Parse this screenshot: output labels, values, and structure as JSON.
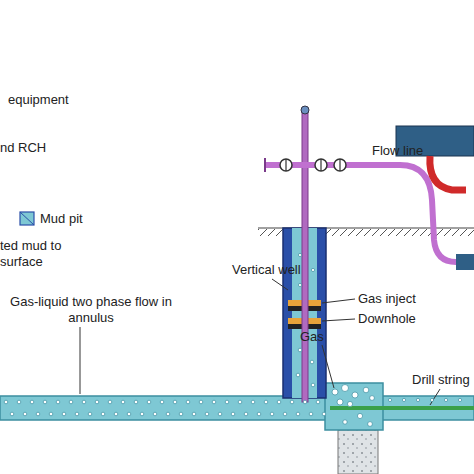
{
  "diagram": {
    "labels": [
      "equipment",
      "nd RCH",
      "Mud pit",
      "ted mud to surface",
      "Gas-liquid two phase flow in annulus",
      "Flow line",
      "Vertical well",
      "Gas inject",
      "Downhole",
      "Gas",
      "Drill string"
    ]
  }
}
